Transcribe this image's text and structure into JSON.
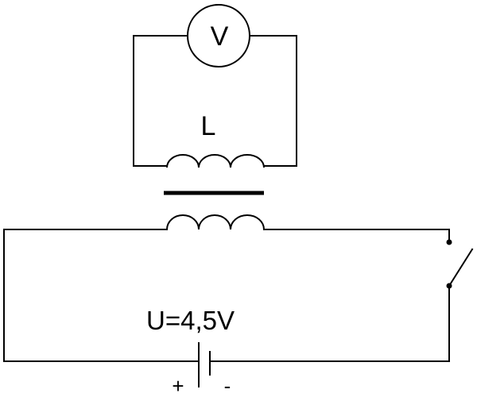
{
  "voltmeter": {
    "symbol": "V"
  },
  "inductor": {
    "label": "L"
  },
  "battery": {
    "voltage_label": "U=4,5V",
    "positive_label": "+",
    "negative_label": "-"
  }
}
